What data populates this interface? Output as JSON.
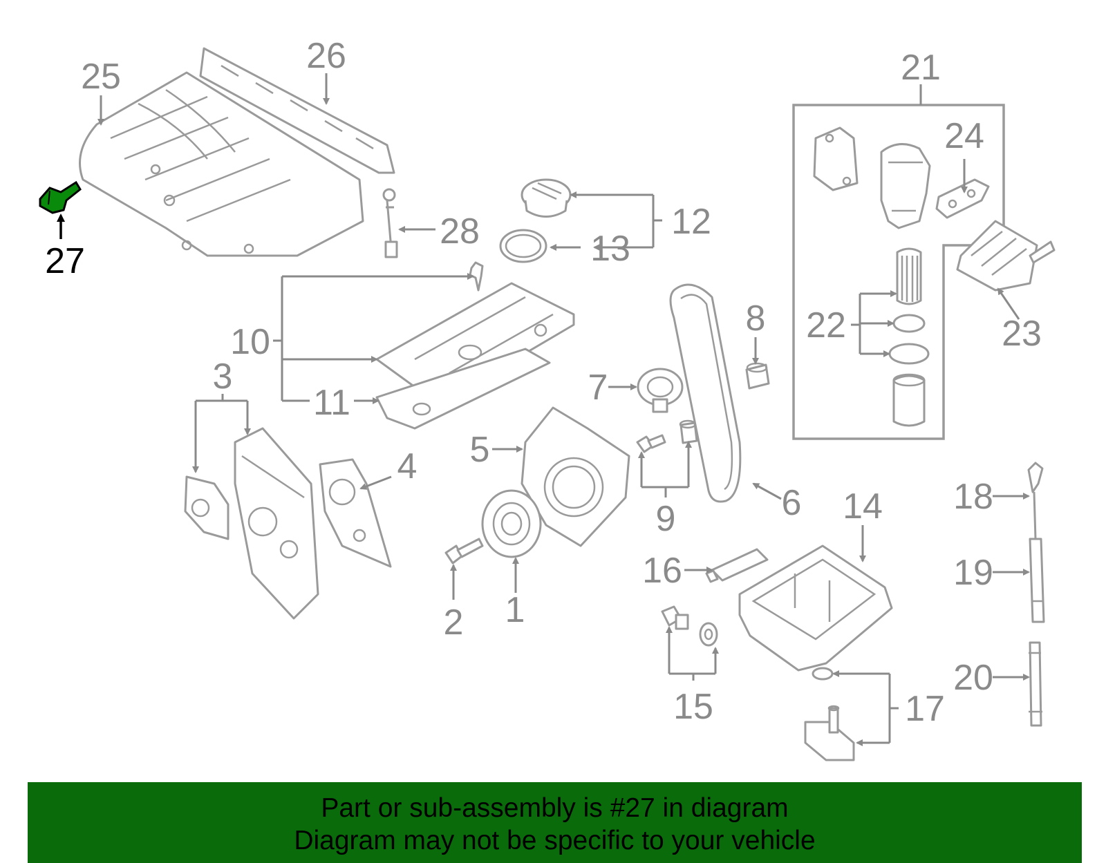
{
  "diagram": {
    "highlighted_part": "27",
    "highlight_color": "#0a8a0a",
    "callouts": [
      "1",
      "2",
      "3",
      "4",
      "5",
      "6",
      "7",
      "8",
      "9",
      "10",
      "11",
      "12",
      "13",
      "14",
      "15",
      "16",
      "17",
      "18",
      "19",
      "20",
      "21",
      "22",
      "23",
      "24",
      "25",
      "26",
      "27",
      "28"
    ]
  },
  "footer": {
    "line1": "Part or sub-assembly is #27 in diagram",
    "line2": "Diagram may not be specific to your vehicle",
    "background": "#0a6b0a"
  }
}
